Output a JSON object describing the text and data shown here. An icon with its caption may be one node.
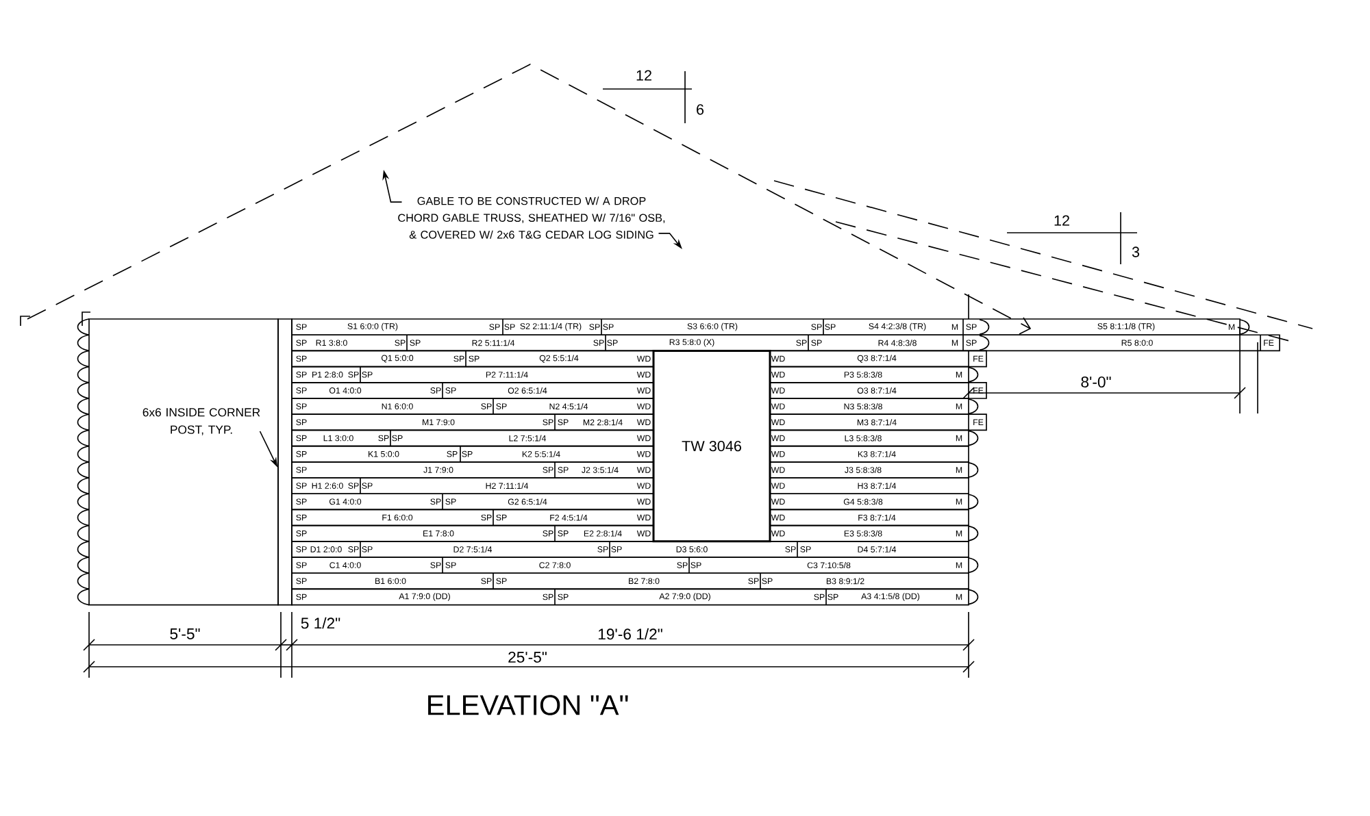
{
  "diagram": {
    "title": "ELEVATION \"A\"",
    "nodes": [
      {
        "text": [
          "TW 3046"
        ]
      },
      {
        "text": [
          "GABLE TO BE CONSTRUCTED W/ A DROP CHORD GABLE TRUSS, SHEATHED W/ 7/16\" OSB, & COVERED W/ 2x6 T&G CEDAR LOG SIDING"
        ]
      },
      {
        "text": [
          "6x6 INSIDE CORNER POST, TYP."
        ]
      },
      {
        "text": [],
        "shape": "bar"
      }
    ],
    "edges": [
      {
        "from": 1,
        "to": null,
        "arrow": "to"
      },
      {
        "from": 1,
        "to": null,
        "arrow": "to"
      },
      {
        "from": 2,
        "to": 3,
        "arrow": "to"
      }
    ],
    "labels": [
      "12",
      "6",
      "12",
      "3",
      "SP",
      "S1 6:0:0 (TR)",
      "SP",
      "SP",
      "S2 2:11:1/4 (TR)",
      "SP",
      "SP",
      "S3 6:6:0 (TR)",
      "SP",
      "SP",
      "S4 4:2:3/8 (TR)",
      "M",
      "SP",
      "S5 8:1:1/8 (TR)",
      "M",
      "SP",
      "R1 3:8:0",
      "SP",
      "SP",
      "R2 5:11:1/4",
      "SP",
      "SP",
      "R3 5:8:0 (X)",
      "SP",
      "SP",
      "R4 4:8:3/8",
      "M",
      "SP",
      "R5 8:0:0",
      "FE",
      "SP",
      "Q1 5:0:0",
      "SP",
      "SP",
      "Q2 5:5:1/4",
      "WD",
      "WD",
      "Q3 8:7:1/4",
      "FE",
      "SP",
      "P1 2:8:0",
      "SP",
      "SP",
      "P2 7:11:1/4",
      "WD",
      "WD",
      "P3 5:8:3/8",
      "M",
      "SP",
      "O1 4:0:0",
      "SP",
      "SP",
      "O2 6:5:1/4",
      "WD",
      "WD",
      "O3 8:7:1/4",
      "FE",
      "SP",
      "N1 6:0:0",
      "SP",
      "SP",
      "N2 4:5:1/4",
      "WD",
      "WD",
      "N3 5:8:3/8",
      "M",
      "SP",
      "M1 7:9:0",
      "SP",
      "SP",
      "M2 2:8:1/4",
      "WD",
      "WD",
      "M3 8:7:1/4",
      "FE",
      "SP",
      "L1 3:0:0",
      "SP",
      "SP",
      "L2 7:5:1/4",
      "WD",
      "WD",
      "L3 5:8:3/8",
      "M",
      "SP",
      "K1 5:0:0",
      "SP",
      "SP",
      "K2 5:5:1/4",
      "WD",
      "WD",
      "K3 8:7:1/4",
      "SP",
      "J1 7:9:0",
      "SP",
      "SP",
      "J2 3:5:1/4",
      "WD",
      "WD",
      "J3 5:8:3/8",
      "M",
      "SP",
      "H1 2:6:0",
      "SP",
      "SP",
      "H2 7:11:1/4",
      "WD",
      "WD",
      "H3 8:7:1/4",
      "SP",
      "G1 4:0:0",
      "SP",
      "SP",
      "G2 6:5:1/4",
      "WD",
      "WD",
      "G4 5:8:3/8",
      "M",
      "SP",
      "F1 6:0:0",
      "SP",
      "SP",
      "F2 4:5:1/4",
      "WD",
      "WD",
      "F3 8:7:1/4",
      "SP",
      "E1 7:8:0",
      "SP",
      "SP",
      "E2 2:8:1/4",
      "WD",
      "WD",
      "E3 5:8:3/8",
      "M",
      "SP",
      "D1 2:0:0",
      "SP",
      "SP",
      "D2 7:5:1/4",
      "SP",
      "SP",
      "D3 5:6:0",
      "SP",
      "SP",
      "D4 5:7:1/4",
      "SP",
      "C1 4:0:0",
      "SP",
      "SP",
      "C2 7:8:0",
      "SP",
      "SP",
      "C3 7:10:5/8",
      "M",
      "SP",
      "B1 6:0:0",
      "SP",
      "SP",
      "B2 7:8:0",
      "SP",
      "SP",
      "B3 8:9:1/2",
      "SP",
      "A1 7:9:0 (DD)",
      "SP",
      "SP",
      "A2 7:9:0 (DD)",
      "SP",
      "SP",
      "A3 4:1:5/8 (DD)",
      "M",
      "8'-0\"",
      "5'-5\"",
      "5 1/2\"",
      "19'-6 1/2\"",
      "25'-5\""
    ]
  }
}
